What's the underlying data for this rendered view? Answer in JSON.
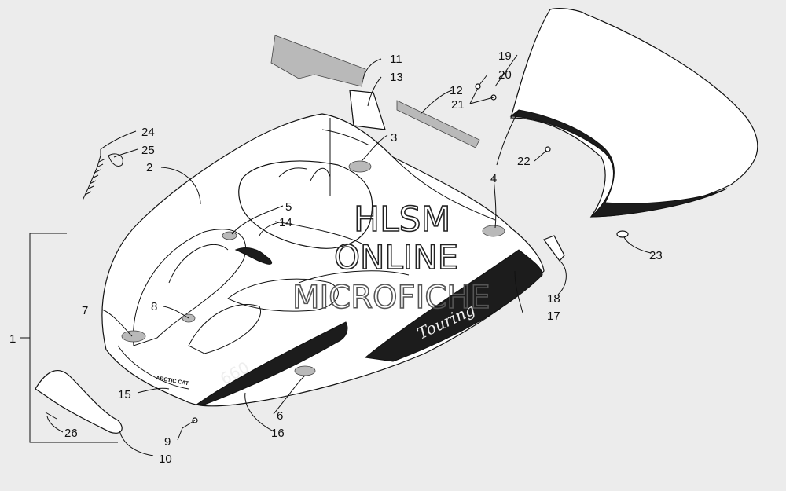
{
  "callouts": {
    "c1": "1",
    "c2": "2",
    "c3": "3",
    "c4": "4",
    "c5": "5",
    "c6": "6",
    "c7": "7",
    "c8": "8",
    "c9": "9",
    "c10": "10",
    "c11": "11",
    "c12": "12",
    "c13": "13",
    "c14": "14",
    "c15": "15",
    "c16": "16",
    "c17": "17",
    "c18": "18",
    "c19": "19",
    "c20": "20",
    "c21": "21",
    "c22": "22",
    "c23": "23",
    "c24": "24",
    "c25": "25",
    "c26": "26"
  },
  "watermark": {
    "line1": "HLSM",
    "line2": "ONLINE",
    "line3": "MICROFICHE"
  },
  "decals": {
    "brand": "ARCTIC CAT",
    "model": "660"
  }
}
